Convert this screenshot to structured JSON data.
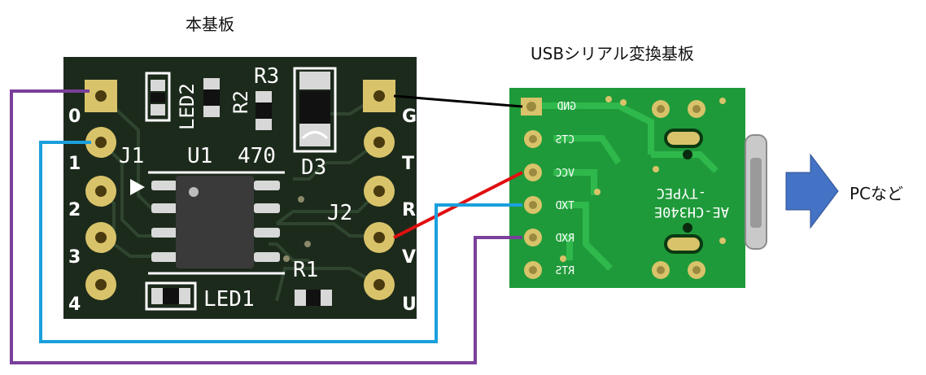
{
  "labels": {
    "main_board": "本基板",
    "usb_board": "USBシリアル変換基板",
    "pc": "PCなど"
  },
  "main_board": {
    "left_pins": [
      "0",
      "1",
      "2",
      "3",
      "4"
    ],
    "right_pins": [
      "G",
      "T",
      "R",
      "V",
      "U"
    ],
    "components": {
      "led2": "LED2",
      "r3": "R3",
      "r2": "R2",
      "u1": "U1",
      "j1": "J1",
      "value_470": "470",
      "d3": "D3",
      "j2": "J2",
      "r1": "R1",
      "led1": "LED1"
    }
  },
  "usb_board": {
    "pins": [
      "GND",
      "CTS",
      "VCC",
      "TXD",
      "RXD",
      "RTS"
    ],
    "silk_line1": "AE-CH340E",
    "silk_line2": "-TYPEC"
  },
  "wires": [
    {
      "from": "G",
      "to": "GND",
      "color": "#000000"
    },
    {
      "from": "V",
      "to": "VCC",
      "color": "#e01010"
    },
    {
      "from": "1",
      "to": "TXD",
      "color": "#1aa0dc"
    },
    {
      "from": "0",
      "to": "RXD",
      "color": "#7a3f9a"
    }
  ],
  "colors": {
    "pcb": "#1c2a1c",
    "usb_pcb": "#1f9a3a",
    "pad": "#d9c36a",
    "arrow": "#4472c4"
  }
}
